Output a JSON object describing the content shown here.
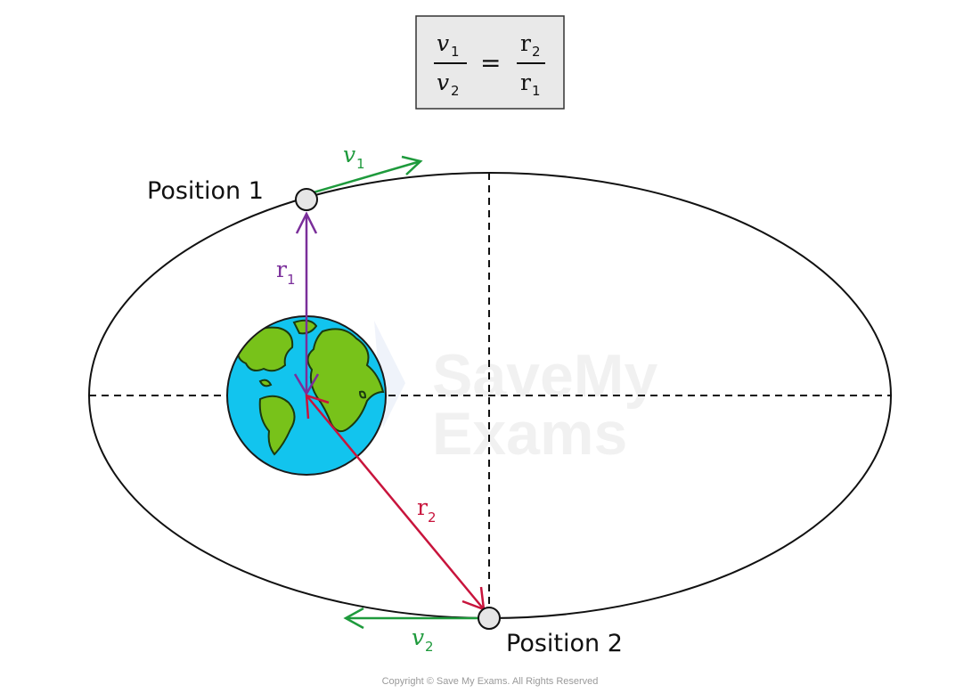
{
  "formula": {
    "lhs_num": "v",
    "lhs_num_sub": "1",
    "lhs_den": "v",
    "lhs_den_sub": "2",
    "equals": "=",
    "rhs_num": "r",
    "rhs_num_sub": "2",
    "rhs_den": "r",
    "rhs_den_sub": "1"
  },
  "labels": {
    "position1": "Position 1",
    "position2": "Position 2",
    "v1": "v",
    "v1_sub": "1",
    "v2": "v",
    "v2_sub": "2",
    "r1": "r",
    "r1_sub": "1",
    "r2": "r",
    "r2_sub": "2"
  },
  "watermark": {
    "line1": "SaveMy",
    "line2": "Exams"
  },
  "copyright": "Copyright © Save My Exams. All Rights Reserved",
  "colors": {
    "velocity": "#1e9a3c",
    "r1": "#7a2e9a",
    "r2": "#c8143c",
    "ocean": "#12c4ee",
    "land": "#78c21a",
    "satellite": "#e6e6e6",
    "formula_box": "#e9e9e9"
  }
}
